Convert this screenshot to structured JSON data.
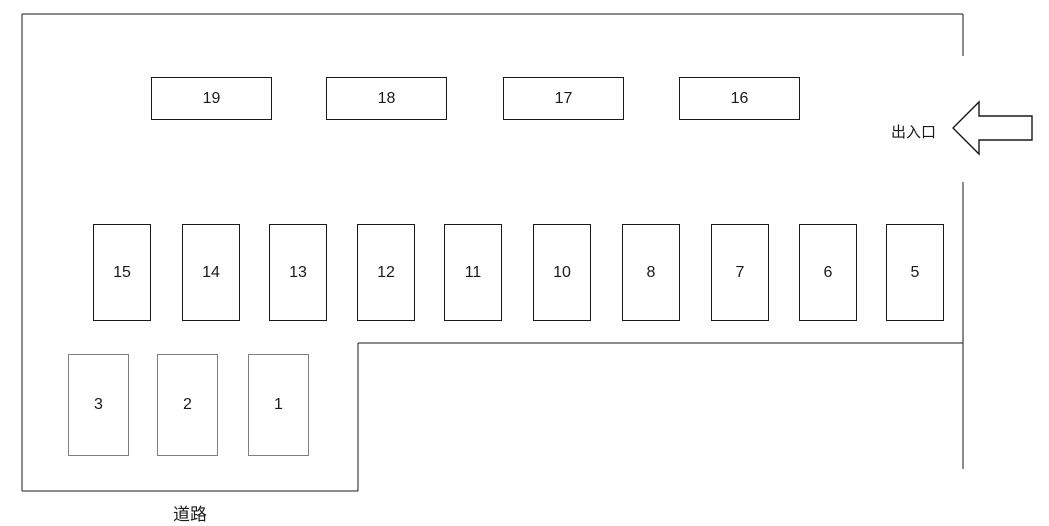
{
  "labels": {
    "entrance": "出入口",
    "road": "道路"
  },
  "colors": {
    "line": "#1a1a1a",
    "space_border": "#1a1a1a",
    "lower_space_border": "#7f7f7f",
    "text": "#1a1a1a",
    "background": "#ffffff"
  },
  "spaces": {
    "top_row": [
      {
        "label": "19"
      },
      {
        "label": "18"
      },
      {
        "label": "17"
      },
      {
        "label": "16"
      }
    ],
    "middle_row": [
      {
        "label": "15"
      },
      {
        "label": "14"
      },
      {
        "label": "13"
      },
      {
        "label": "12"
      },
      {
        "label": "11"
      },
      {
        "label": "10"
      },
      {
        "label": "8"
      },
      {
        "label": "7"
      },
      {
        "label": "6"
      },
      {
        "label": "5"
      }
    ],
    "bottom_row": [
      {
        "label": "3"
      },
      {
        "label": "2"
      },
      {
        "label": "1"
      }
    ]
  }
}
